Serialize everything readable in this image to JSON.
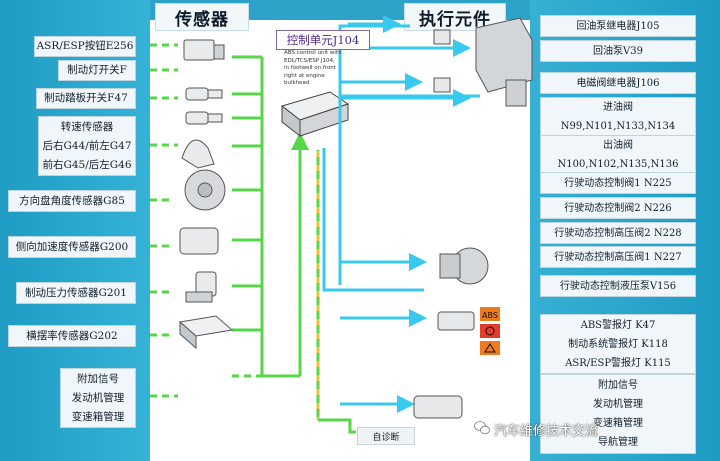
{
  "titles": {
    "sensors": "传感器",
    "actuators": "执行元件"
  },
  "control_unit": {
    "title": "控制单元J104",
    "desc_lines": [
      "ABS control unit with",
      "EDL/TCS/ESP J104,",
      "in footwell on front",
      "right at engine",
      "bulkhead"
    ]
  },
  "sensors": [
    {
      "lines": [
        "ASR/ESP按钮E256"
      ]
    },
    {
      "lines": [
        "制动灯开关F"
      ]
    },
    {
      "lines": [
        "制动踏板开关F47"
      ]
    },
    {
      "lines": [
        "转速传感器",
        "后右G44/前左G47",
        "前右G45/后左G46"
      ]
    },
    {
      "lines": [
        "方向盘角度传感器G85"
      ]
    },
    {
      "lines": [
        "侧向加速度传感器G200"
      ]
    },
    {
      "lines": [
        "制动压力传感器G201"
      ]
    },
    {
      "lines": [
        "横摆率传感器G202"
      ]
    },
    {
      "lines": [
        "附加信号",
        "发动机管理",
        "变速箱管理"
      ]
    }
  ],
  "actuators": [
    {
      "lines": [
        "回油泵继电器J105"
      ]
    },
    {
      "lines": [
        "回油泵V39"
      ]
    },
    {
      "lines": [
        "电磁阀继电器J106"
      ]
    },
    {
      "lines": [
        "进油阀",
        "N99,N101,N133,N134"
      ]
    },
    {
      "lines": [
        "出油阀",
        "N100,N102,N135,N136"
      ]
    },
    {
      "lines": [
        "行驶动态控制阀1 N225"
      ]
    },
    {
      "lines": [
        "行驶动态控制阀2 N226"
      ]
    },
    {
      "lines": [
        "行驶动态控制高压阀2 N228"
      ]
    },
    {
      "lines": [
        "行驶动态控制高压阀1 N227"
      ]
    },
    {
      "lines": [
        "行驶动态控制液压泵V156"
      ]
    },
    {
      "lines": [
        "ABS警报灯 K47",
        "制动系统警报灯 K118",
        "ASR/ESP警报灯 K115"
      ]
    },
    {
      "lines": [
        "附加信号",
        "发动机管理",
        "变速箱管理",
        "导航管理"
      ]
    }
  ],
  "diagnosis": "自诊断",
  "watermark": "汽车维修技术交流",
  "colors": {
    "background": "#2ea3c9",
    "sensor_line": "#57d64a",
    "actuator_line": "#39c9ee",
    "diag_line": "#f0c23a"
  }
}
